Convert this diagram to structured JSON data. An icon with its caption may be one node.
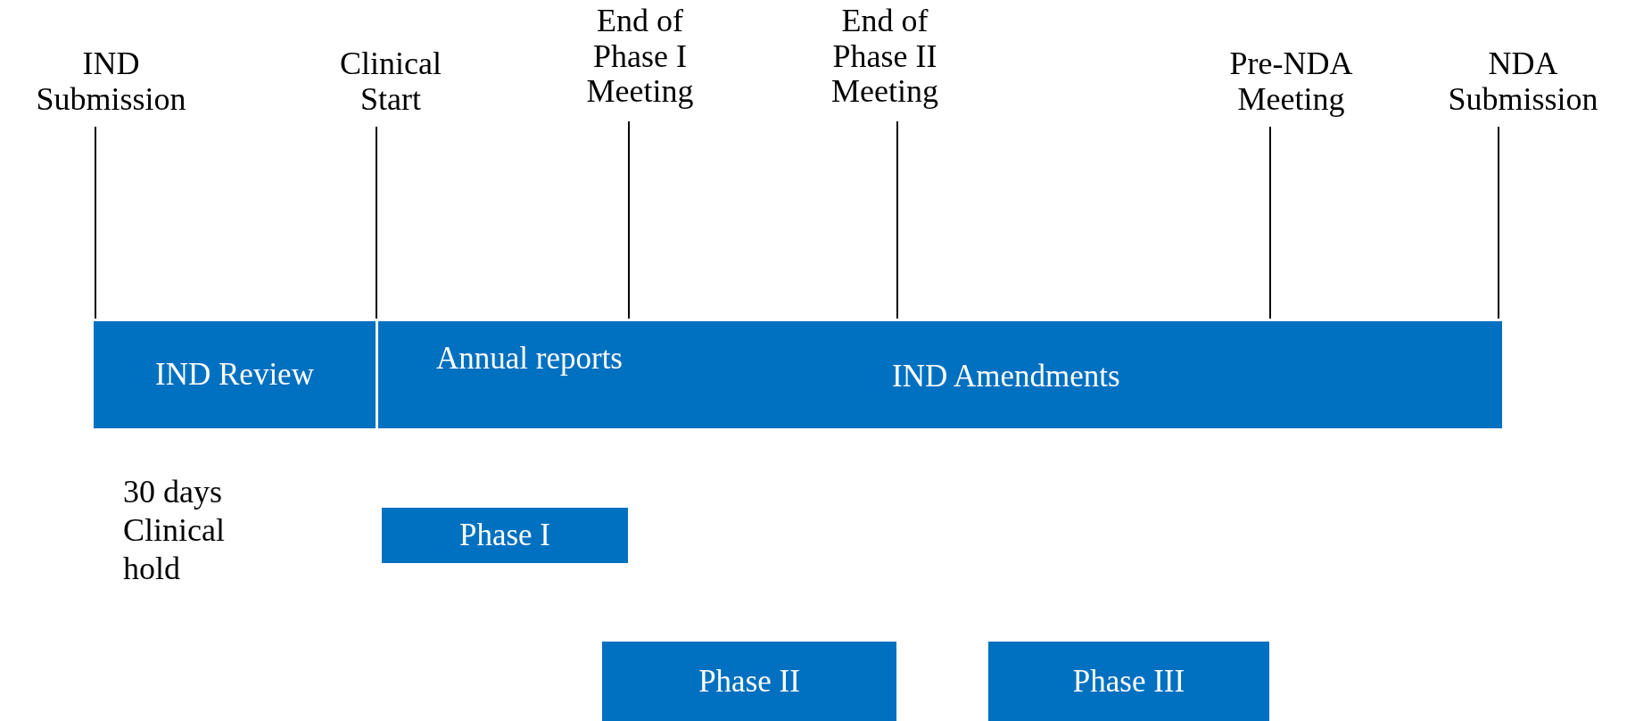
{
  "diagram": {
    "nodes": [
      {
        "text": [
          "IND Submission"
        ]
      },
      {
        "text": [
          "Clinical Start"
        ]
      },
      {
        "text": [
          "End of Phase I Meeting"
        ]
      },
      {
        "text": [
          "End of Phase II Meeting"
        ]
      },
      {
        "text": [
          "Pre-NDA Meeting"
        ]
      },
      {
        "text": [
          "NDA Submission"
        ]
      },
      {
        "text": [
          "IND Review"
        ],
        "beside": [
          "30 days Clinical hold"
        ]
      },
      {
        "text": [
          "Annual reports",
          "IND Amendments"
        ]
      },
      {
        "text": [
          "Phase I"
        ]
      },
      {
        "text": [
          "Phase II"
        ]
      },
      {
        "text": [
          "Phase III"
        ]
      }
    ],
    "edges": [
      {
        "from": 0,
        "to": 6,
        "arrow": "none"
      },
      {
        "from": 1,
        "to": 7,
        "arrow": "none"
      },
      {
        "from": 2,
        "to": 7,
        "arrow": "none"
      },
      {
        "from": 3,
        "to": 7,
        "arrow": "none"
      },
      {
        "from": 4,
        "to": 7,
        "arrow": "none"
      },
      {
        "from": 5,
        "to": 7,
        "arrow": "none"
      }
    ]
  }
}
